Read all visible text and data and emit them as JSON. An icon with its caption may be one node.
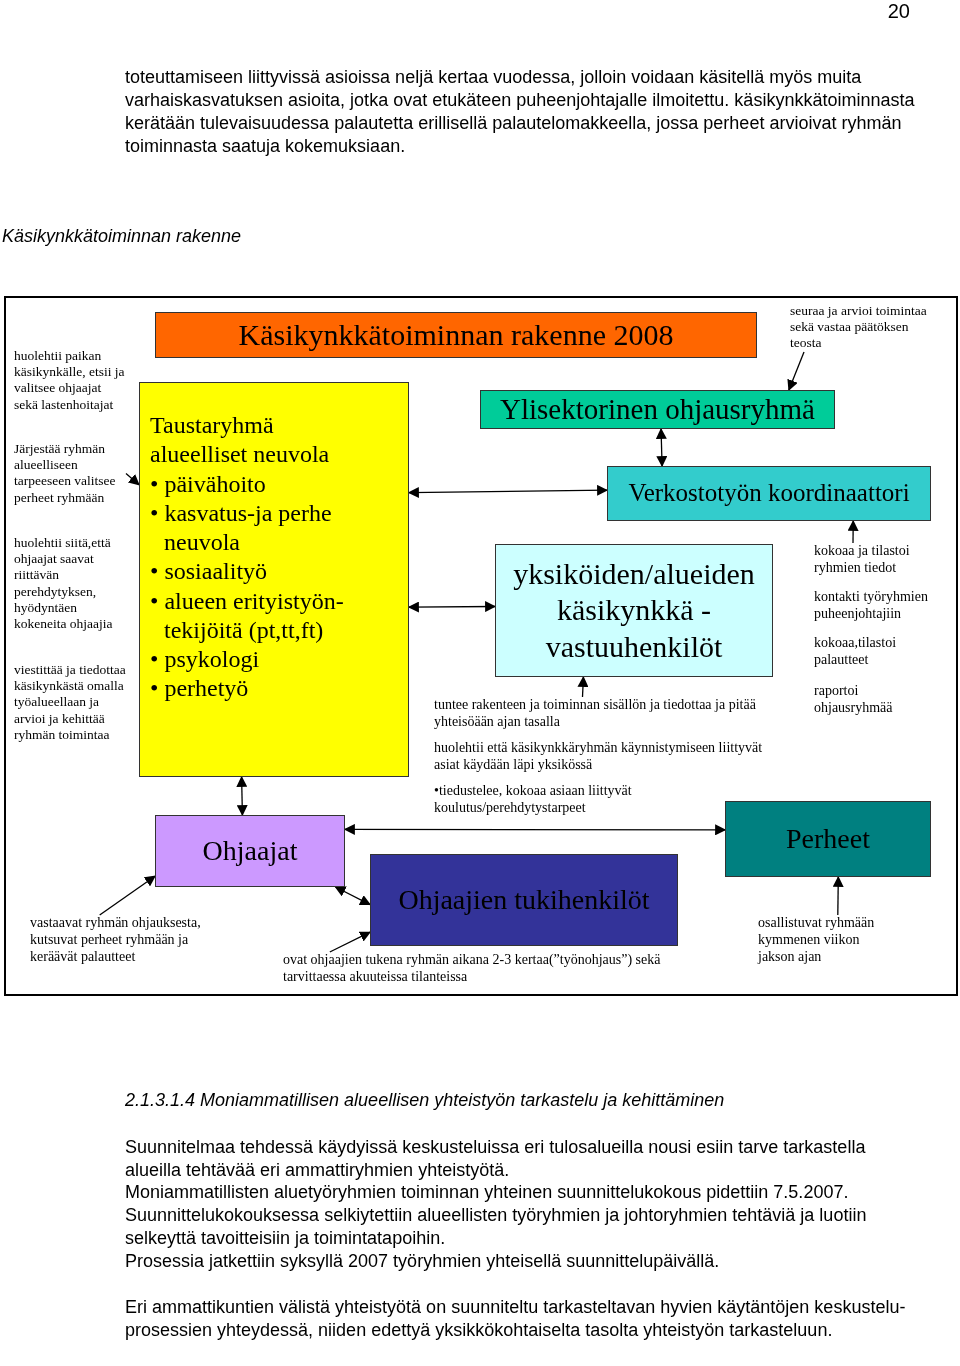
{
  "diagram": {
    "title": "Käsikynkkätoiminnan rakenne",
    "nodes": [
      {
        "text": [
          "Käsikynkkätoiminnan rakenne 2008"
        ]
      },
      {
        "text": [
          "Taustaryhmä",
          "alueelliset neuvola",
          "• päivähoito",
          "• kasvatus-ja perhe neuvola",
          "• sosiaalityö",
          "• alueen erityistyön- tekijöitä (pt,tt,ft)",
          "• psykologi",
          "• perhetyö"
        ],
        "beside": [
          "huolehtii paikan käsikynkälle, etsii ja valitsee ohjaajat sekä lastenhoitajat",
          "huolehtii siitä,että ohjaajat saavat riittävän perehdytyksen, hyödyntäen kokeneita ohjaajia",
          "viestittää ja tiedottaa käsikynkästä omalla työalueellaan ja arvioi ja kehittää ryhmän toimintaa"
        ]
      },
      {
        "text": [
          "Ylisektorinen ohjausryhmä"
        ]
      },
      {
        "text": [
          "Verkostotyön koordinaattori"
        ]
      },
      {
        "text": [
          "yksiköiden/alueiden käsikynkkä - vastuuhenkilöt"
        ]
      },
      {
        "text": [
          "Ohjaajat"
        ]
      },
      {
        "text": [
          "Ohjaajien tukihenkilöt"
        ]
      },
      {
        "text": [
          "Perheet"
        ]
      },
      {
        "text": [
          "Järjestää ryhmän alueelliseen tarpeeseen valitsee perheet ryhmään"
        ]
      },
      {
        "text": [
          "seuraa ja arvioi toimintaa sekä vastaa päätöksen teosta"
        ]
      },
      {
        "text": [
          "kokoaa ja tilastoi ryhmien tiedot"
        ]
      },
      {
        "text": [
          "tuntee rakenteen ja toiminnan sisällön ja tiedottaa ja pitää yhteisöään ajan tasalla"
        ]
      },
      {
        "text": [
          "vastaavat ryhmän ohjauksesta, kutsuvat perheet ryhmään ja keräävät palautteet"
        ]
      },
      {
        "text": [
          "ovat ohjaajien tukena ryhmän aikana 2-3 kertaa(”työnohjaus”) sekä tarvittaessa akuuteissa tilanteissa"
        ]
      },
      {
        "text": [
          "osallistuvat ryhmään kymmenen viikon jakson ajan"
        ]
      }
    ],
    "edges": [
      {
        "from": 8,
        "to": 1,
        "arrow": "to"
      },
      {
        "from": 9,
        "to": 2,
        "arrow": "to"
      },
      {
        "from": 10,
        "to": 3,
        "arrow": "to"
      },
      {
        "from": 11,
        "to": 4,
        "arrow": "to"
      },
      {
        "from": 12,
        "to": 5,
        "arrow": "to"
      },
      {
        "from": 13,
        "to": 6,
        "arrow": "to"
      },
      {
        "from": 14,
        "to": 7,
        "arrow": "to"
      },
      {
        "from": 1,
        "to": 3,
        "arrow": "both"
      },
      {
        "from": 1,
        "to": 4,
        "arrow": "both"
      },
      {
        "from": 2,
        "to": 3,
        "arrow": "both"
      },
      {
        "from": 1,
        "to": 5,
        "arrow": "both"
      },
      {
        "from": 5,
        "to": 6,
        "arrow": "both"
      },
      {
        "from": 5,
        "to": 7,
        "arrow": "both"
      }
    ],
    "labels": [
      "20",
      "toteuttamiseen liittyvissä asioissa neljä kertaa vuodessa, jolloin voidaan käsitellä myös muita varhaiskasvatuksen asioita, jotka ovat etukäteen puheenjohtajalle ilmoitettu. käsikynkkätoiminnasta kerätään tulevaisuudessa palautetta erillisellä palautelomakkeella, jossa perheet arvioivat ryhmän toiminnasta saatuja kokemuksiaan.",
      "kontakti työryhmien puheenjohtajiin",
      "kokoaa,tilastoi palautteet",
      "raportoi ohjausryhmää",
      "huolehtii että käsikynkkäryhmän käynnistymiseen liittyvät asiat käydään läpi yksikössä",
      "•tiedustelee, kokoaa asiaan liittyvät koulutus/perehdytystarpeet",
      "2.1.3.1.4 Moniammatillisen alueellisen yhteistyön tarkastelu ja kehittäminen",
      "Suunnitelmaa tehdessä käydyissä keskusteluissa eri tulosalueilla nousi esiin tarve tarkastella alueilla tehtävää eri ammattiryhmien yhteistyötä.",
      "Moniammatillisten aluetyöryhmien toiminnan yhteinen suunnittelukokous pidettiin 7.5.2007. Suunnittelukokouksessa selkiytettiin alueellisten työryhmien ja johtoryhmien tehtäviä ja luotiin selkeyttä tavoitteisiin ja toimintatapoihin.",
      "Prosessia jatkettiin syksyllä 2007 työryhmien yhteisellä suunnittelupäivällä.",
      "Eri ammattikuntien välistä yhteistyötä on suunniteltu tarkasteltavan hyvien käytäntöjen keskustelu-prosessien yhteydessä, niiden edettyä yksikkökohtaiselta tasolta yhteistyön tarkasteluun."
    ]
  }
}
